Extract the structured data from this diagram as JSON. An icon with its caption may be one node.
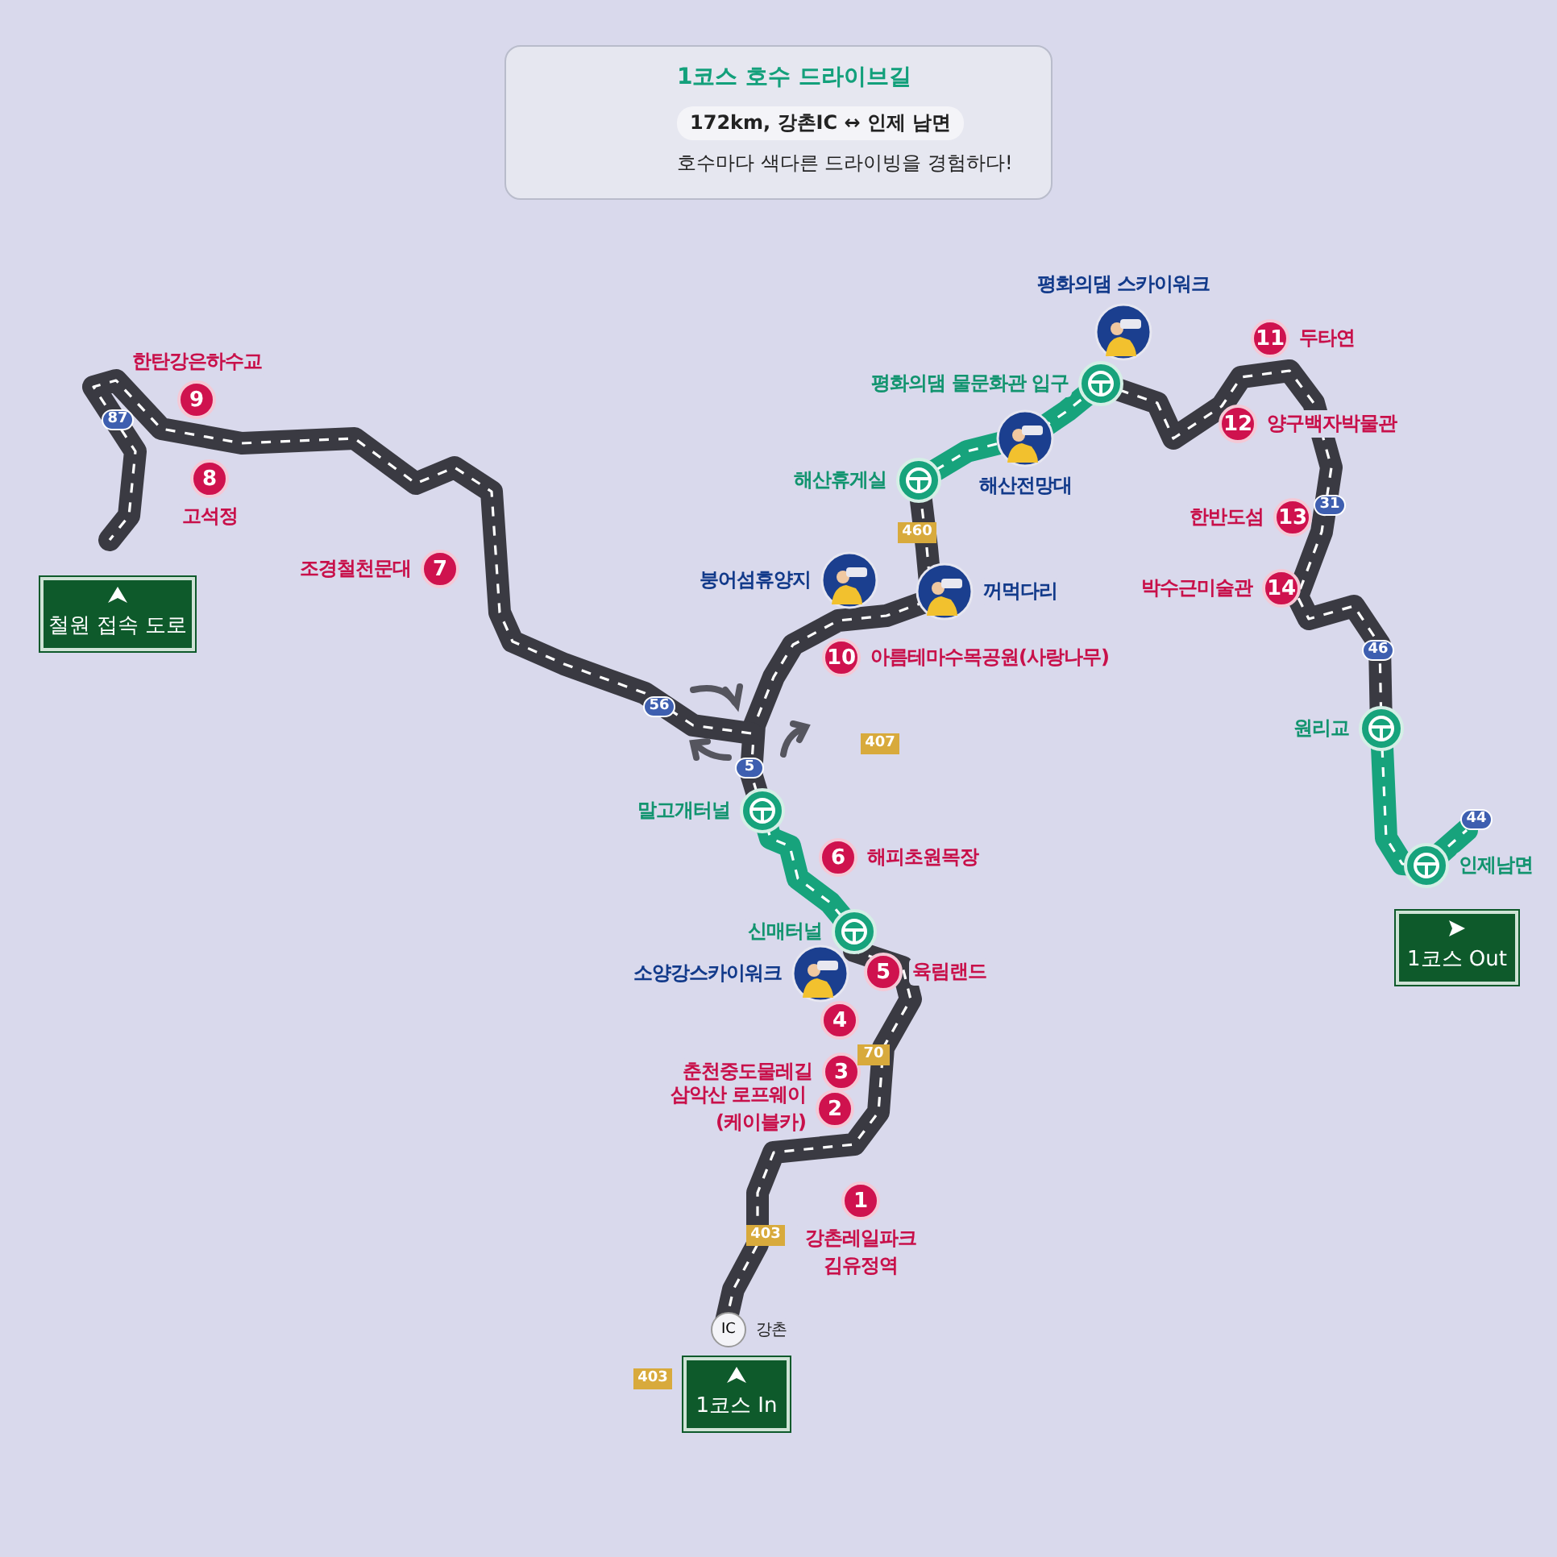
{
  "diagram": {
    "nodes": [
      {
        "text": [
          "1코스 호수 드라이브길",
          "172km, 강촌IC ↔ 인제 남면",
          "호수마다 색다른 드라이빙을 경험하다!"
        ]
      },
      {
        "text": [
          "9"
        ],
        "beside": [
          "한탄강은하수교"
        ]
      },
      {
        "text": [
          "8"
        ],
        "beside": [
          "고석정"
        ]
      },
      {
        "text": [
          "철원 접속 도로"
        ]
      },
      {
        "text": [
          "7"
        ],
        "beside": [
          "조경철천문대"
        ]
      },
      {
        "text": [],
        "shape": "picture",
        "beside": [
          "평화의댐 스카이워크"
        ]
      },
      {
        "text": [
          "11"
        ],
        "beside": [
          "두타연"
        ]
      },
      {
        "text": [],
        "shape": "circle",
        "beside": [
          "평화의댐 물문화관 입구"
        ]
      },
      {
        "text": [
          "12"
        ],
        "beside": [
          "양구백자박물관"
        ]
      },
      {
        "text": [],
        "shape": "picture",
        "beside": [
          "해산전망대"
        ]
      },
      {
        "text": [],
        "shape": "circle",
        "beside": [
          "해산휴게실"
        ]
      },
      {
        "text": [
          "13"
        ],
        "beside": [
          "한반도섬"
        ]
      },
      {
        "text": [],
        "shape": "picture",
        "beside": [
          "붕어섬휴양지"
        ]
      },
      {
        "text": [],
        "shape": "picture",
        "beside": [
          "꺼먹다리"
        ]
      },
      {
        "text": [
          "14"
        ],
        "beside": [
          "박수근미술관"
        ]
      },
      {
        "text": [
          "10"
        ],
        "beside": [
          "아름테마수목공원(사랑나무)"
        ]
      },
      {
        "text": [],
        "shape": "circle",
        "beside": [
          "원리교"
        ]
      },
      {
        "text": [],
        "shape": "circle",
        "beside": [
          "말고개터널"
        ]
      },
      {
        "text": [
          "6"
        ],
        "beside": [
          "해피초원목장"
        ]
      },
      {
        "text": [],
        "shape": "circle",
        "beside": [
          "인제남면"
        ]
      },
      {
        "text": [
          "1코스 Out"
        ]
      },
      {
        "text": [],
        "shape": "circle",
        "beside": [
          "신매터널"
        ]
      },
      {
        "text": [],
        "shape": "picture",
        "beside": [
          "소양강스카이워크"
        ]
      },
      {
        "text": [
          "5"
        ],
        "beside": [
          "육림랜드"
        ]
      },
      {
        "text": [
          "4"
        ]
      },
      {
        "text": [
          "3"
        ],
        "beside": [
          "춘천중도물레길"
        ]
      },
      {
        "text": [
          "2"
        ],
        "beside": [
          "삼악산 로프웨이 (케이블카)"
        ]
      },
      {
        "text": [
          "1"
        ],
        "beside": [
          "강촌레일파크 김유정역"
        ]
      },
      {
        "text": [
          "IC"
        ],
        "beside": [
          "강촌"
        ]
      },
      {
        "text": [
          "1코스 In"
        ]
      },
      {
        "text": [
          "87"
        ]
      },
      {
        "text": [
          "56"
        ]
      },
      {
        "text": [
          "5"
        ]
      },
      {
        "text": [
          "407"
        ]
      },
      {
        "text": [
          "460"
        ]
      },
      {
        "text": [
          "31"
        ]
      },
      {
        "text": [
          "46"
        ]
      },
      {
        "text": [
          "44"
        ]
      },
      {
        "text": [
          "70"
        ]
      },
      {
        "text": [
          "403"
        ]
      },
      {
        "text": [
          "403"
        ]
      }
    ]
  }
}
